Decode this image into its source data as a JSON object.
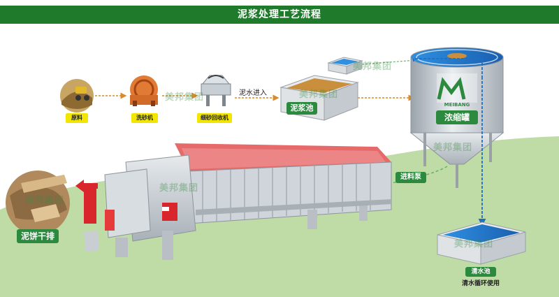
{
  "header": {
    "title": "泥浆处理工艺流程"
  },
  "stages": {
    "raw": "原料",
    "washer": "洗砂机",
    "recovery": "细砂回收机",
    "mud_in": "泥水进入",
    "mud_pool": "泥浆池",
    "tank": "浓缩罐",
    "feed_pump": "进料泵",
    "cake": "泥饼干排",
    "clear_pool": "清水池",
    "recycle": "清水循环使用"
  },
  "brand": {
    "logo_text": "MEIBANG",
    "watermark": "美邦集团"
  },
  "colors": {
    "banner": "#1f7a2c",
    "tag": "#2b8a3e",
    "label_yellow": "#f2e600",
    "water": "#1e6fc4",
    "mud": "#c98f3c",
    "ground": "#bfdca6"
  }
}
